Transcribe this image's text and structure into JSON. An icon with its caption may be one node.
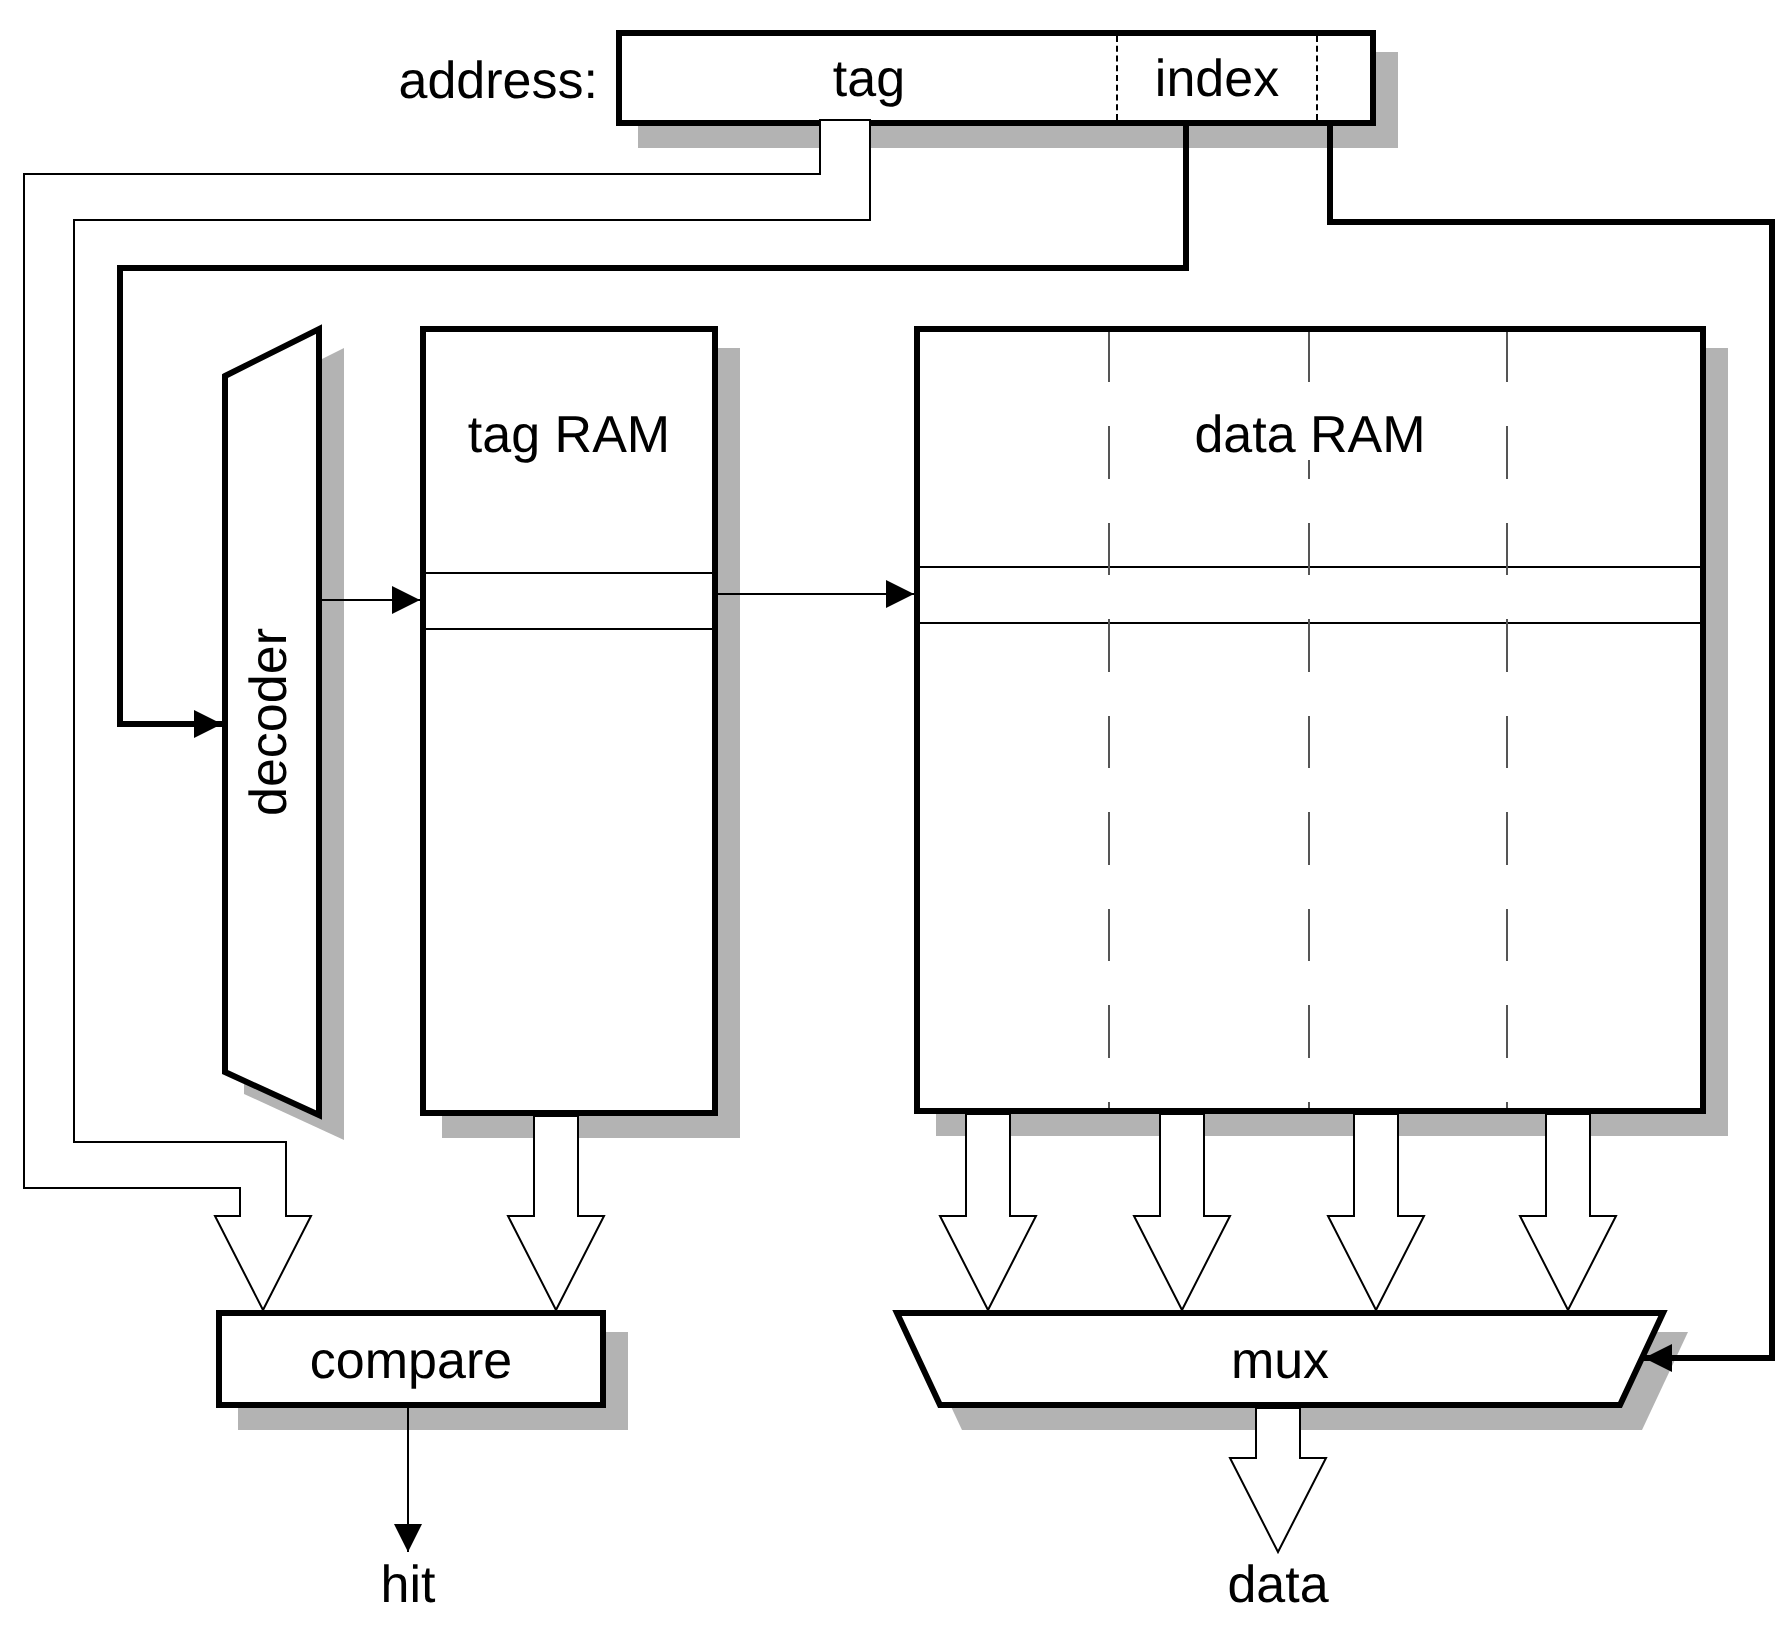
{
  "diagram": {
    "nodes": [
      {
        "text": [],
        "shape": "box",
        "beside": [
          "address:"
        ]
      },
      {
        "text": [
          "tag"
        ],
        "in": 0
      },
      {
        "text": [
          "index"
        ],
        "in": 0
      },
      {
        "text": [],
        "shape": "box",
        "in": 0
      },
      {
        "text": [
          "decoder"
        ]
      },
      {
        "text": [
          "tag RAM"
        ]
      },
      {
        "text": [
          "data RAM"
        ]
      },
      {
        "text": [
          "compare"
        ]
      },
      {
        "text": [
          "mux"
        ]
      },
      {
        "text": [
          "hit"
        ]
      },
      {
        "text": [
          "data"
        ]
      }
    ],
    "edges": [
      {
        "from": 1,
        "to": 7,
        "arrow": "to"
      },
      {
        "from": 2,
        "to": 4,
        "arrow": "to",
        "style": "thick"
      },
      {
        "from": 3,
        "to": 8,
        "arrow": "to",
        "style": "thick"
      },
      {
        "from": 4,
        "to": 5,
        "arrow": "to"
      },
      {
        "from": 5,
        "to": 6,
        "arrow": "to"
      },
      {
        "from": 5,
        "to": 7,
        "arrow": "to"
      },
      {
        "from": 6,
        "to": 8,
        "arrow": "to"
      },
      {
        "from": 6,
        "to": 8,
        "arrow": "to"
      },
      {
        "from": 6,
        "to": 8,
        "arrow": "to"
      },
      {
        "from": 6,
        "to": 8,
        "arrow": "to"
      },
      {
        "from": 7,
        "to": 9,
        "arrow": "to"
      },
      {
        "from": 8,
        "to": 10,
        "arrow": "to"
      }
    ]
  }
}
